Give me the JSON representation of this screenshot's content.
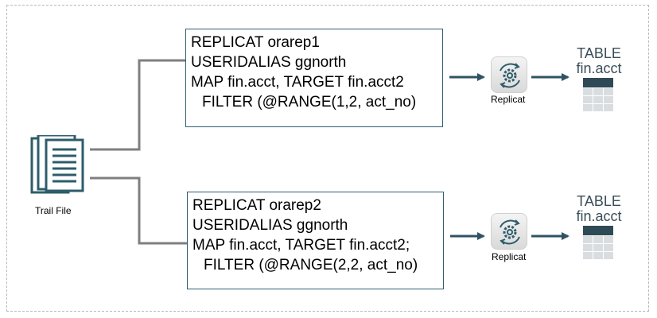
{
  "source": {
    "icon": "document-icon",
    "label": "Trail File"
  },
  "replicats": [
    {
      "lines": [
        "REPLICAT orarep1",
        "USERIDALIAS ggnorth",
        "MAP fin.acct, TARGET fin.acct2",
        "FILTER (@RANGE(1,2, act_no)"
      ],
      "process_label": "Replicat",
      "process_icon": "replicat-gear-icon",
      "target": {
        "type_label": "TABLE",
        "name": "fin.acct",
        "icon": "table-icon"
      }
    },
    {
      "lines": [
        "REPLICAT orarep2",
        "USERIDALIAS ggnorth",
        "MAP fin.acct, TARGET fin.acct2;",
        "FILTER (@RANGE(2,2, act_no)"
      ],
      "process_label": "Replicat",
      "process_icon": "replicat-gear-icon",
      "target": {
        "type_label": "TABLE",
        "name": "fin.acct",
        "icon": "table-icon"
      }
    }
  ],
  "colors": {
    "connector": "#7f7f7f",
    "arrow": "#2f5363",
    "box_border": "#2f5f72",
    "icon_teal": "#2e5c6b",
    "table_header": "#2f4a57",
    "table_cell": "#d9dde0"
  }
}
